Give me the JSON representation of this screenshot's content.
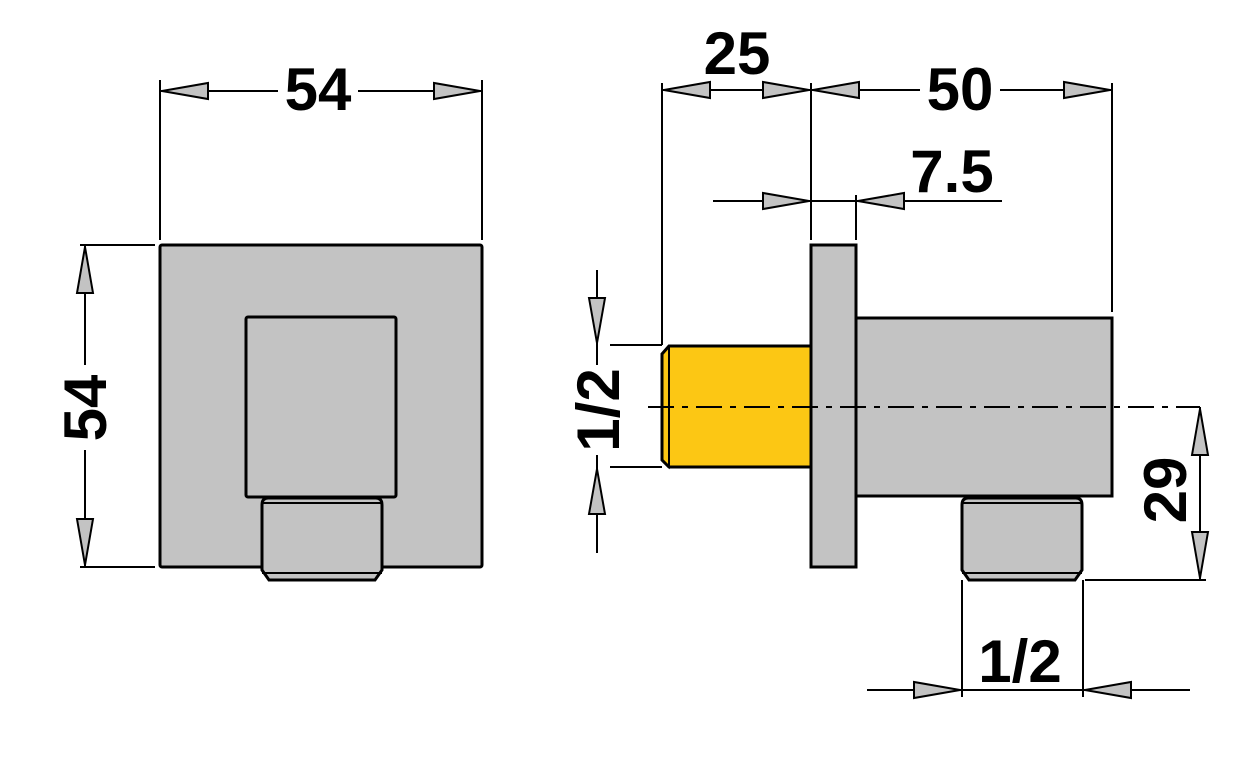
{
  "drawing": {
    "type": "technical-dimension-drawing",
    "subject": "square wall outlet elbow / shower connector",
    "colors": {
      "body": "#c3c3c3",
      "thread_insert": "#fcc714",
      "thread_chamfer": "#f2d36a",
      "line": "#000000",
      "background": "#ffffff",
      "arrow_fill": "#c3c3c3"
    }
  },
  "front_view": {
    "width_label": "54",
    "height_label": "54"
  },
  "side_view": {
    "thread_length_label": "25",
    "body_depth_label": "50",
    "flange_thickness_label": "7.5",
    "inlet_thread_label": "1/2",
    "outlet_offset_label": "29",
    "outlet_thread_label": "1/2"
  }
}
